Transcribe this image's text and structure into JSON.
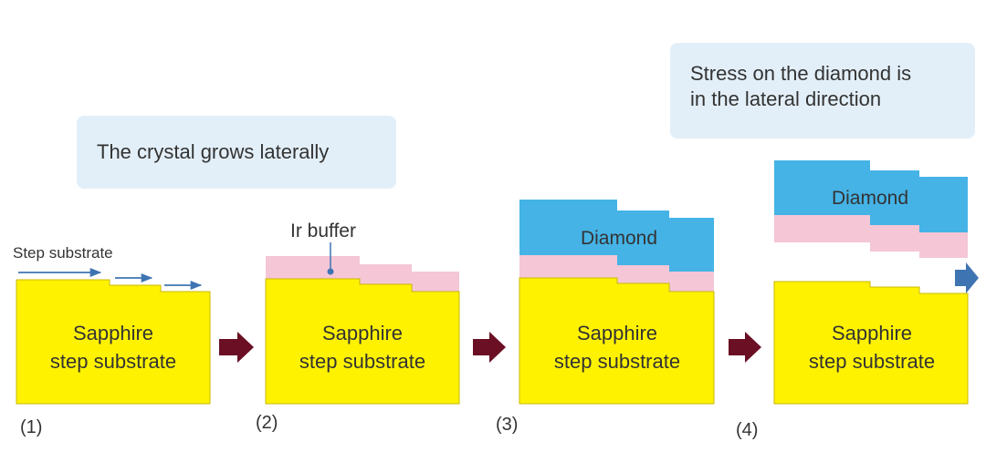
{
  "callouts": {
    "lateral_growth": "The crystal grows laterally",
    "stress_line1": "Stress on the diamond is",
    "stress_line2": "in the lateral direction"
  },
  "labels": {
    "step_substrate": "Step substrate",
    "ir_buffer": "Ir buffer",
    "diamond": "Diamond",
    "sapphire_line1": "Sapphire",
    "sapphire_line2": "step substrate"
  },
  "steps": [
    "(1)",
    "(2)",
    "(3)",
    "(4)"
  ],
  "colors": {
    "sapphire": "#fff200",
    "ir_buffer": "#f4c6d6",
    "diamond": "#45b3e6",
    "arrow_dark": "#6b0f24",
    "arrow_blue": "#3f74b3",
    "callout_bg": "#e3eff8",
    "text": "#333333"
  }
}
